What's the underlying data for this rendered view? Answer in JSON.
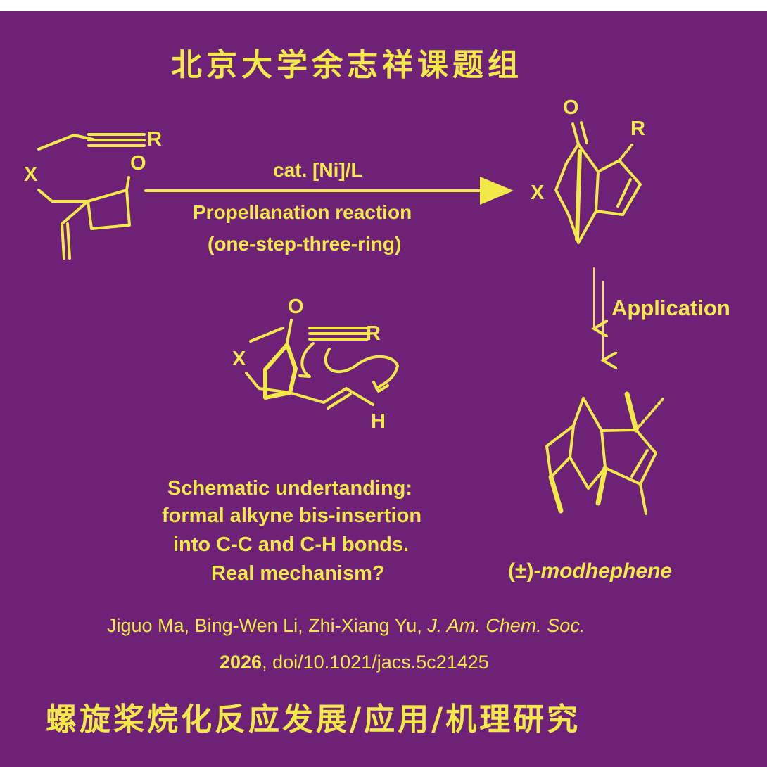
{
  "header": {
    "title": "北京大学余志祥课题组"
  },
  "reaction": {
    "catalyst": "cat. [Ni]/L",
    "name": "Propellanation reaction",
    "subtitle": "(one-step-three-ring)",
    "application": "Application"
  },
  "atoms": {
    "r": "R",
    "x": "X",
    "o": "O",
    "h": "H"
  },
  "mechanism": {
    "lines": [
      "Schematic undertanding:",
      "formal alkyne bis-insertion",
      "into C-C and C-H bonds.",
      "Real mechanism?"
    ]
  },
  "product": {
    "name_prefix": "(±)-",
    "name": "modhephene"
  },
  "citation": {
    "authors": "Jiguo Ma, Bing-Wen Li, Zhi-Xiang Yu,",
    "journal": "J. Am. Chem. Soc.",
    "year": "2026",
    "doi": ", doi/10.1021/jacs.5c21425"
  },
  "footer": {
    "title": "螺旋桨烷化反应发展/应用/机理研究"
  },
  "colors": {
    "background": "#6d2177",
    "accent": "#f2e84a",
    "frame": "#ffffff"
  }
}
